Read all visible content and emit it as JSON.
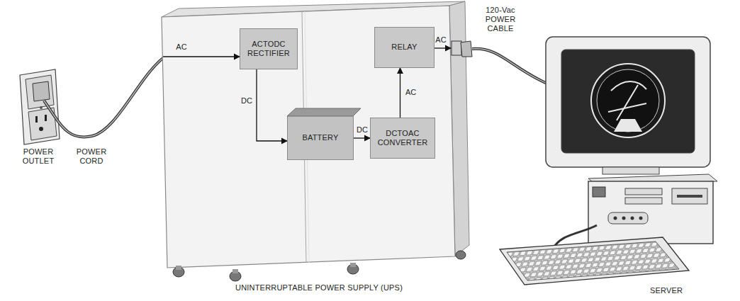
{
  "diagram": {
    "nodes": [
      {
        "text": [
          "ACTODC RECTIFIER"
        ]
      },
      {
        "text": [
          "BATTERY"
        ]
      },
      {
        "text": [
          "DCTOAC CONVERTER"
        ]
      },
      {
        "text": [
          "RELAY"
        ]
      }
    ],
    "edges": [
      {
        "from": 0,
        "to": 1,
        "label": "DC",
        "arrow": "to"
      },
      {
        "from": 1,
        "to": 2,
        "label": "DC",
        "arrow": "to"
      },
      {
        "from": 2,
        "to": 3,
        "label": "AC",
        "arrow": "to"
      }
    ],
    "labels": [
      "AC",
      "AC",
      "POWER OUTLET",
      "POWER CORD",
      "120-Vac POWER CABLE",
      "SERVER",
      "UNINTERRUPTABLE POWER SUPPLY (UPS)"
    ]
  }
}
